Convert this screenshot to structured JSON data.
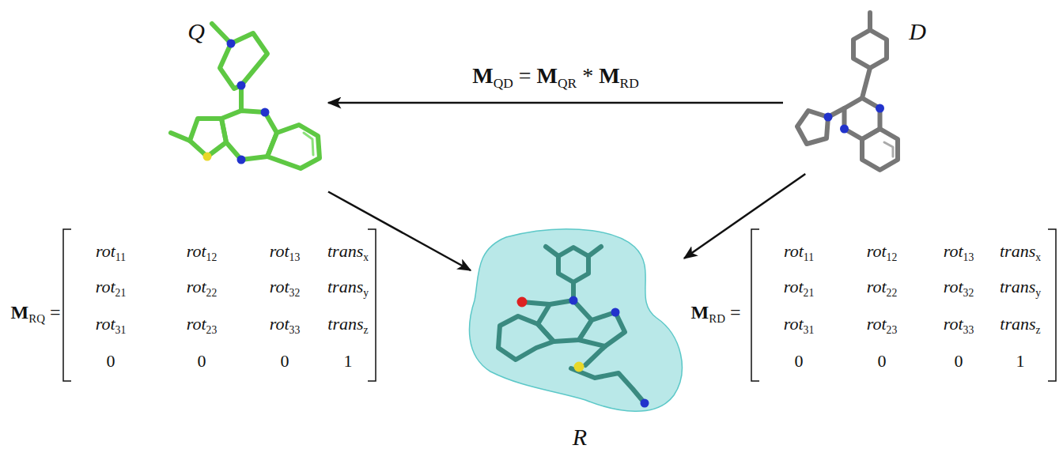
{
  "diagram": {
    "nodes": [
      {
        "text": [
          "Q"
        ]
      },
      {
        "text": [
          "D"
        ]
      },
      {
        "text": [
          "R"
        ]
      }
    ],
    "edges": [
      {
        "from": 1,
        "to": 0,
        "arrow": "to",
        "label": "MQD = MQR * MRD"
      },
      {
        "from": 0,
        "to": 2,
        "arrow": "to"
      },
      {
        "from": 1,
        "to": 2,
        "arrow": "to"
      }
    ],
    "labels": [
      "MRQ =",
      "rot11",
      "rot12",
      "rot13",
      "transx",
      "rot21",
      "rot22",
      "rot32",
      "transy",
      "rot31",
      "rot23",
      "rot33",
      "transz",
      "0",
      "0",
      "0",
      "1",
      "MRD =",
      "rot11",
      "rot12",
      "rot13",
      "transx",
      "rot21",
      "rot22",
      "rot32",
      "transy",
      "rot31",
      "rot23",
      "rot33",
      "transz",
      "0",
      "0",
      "0",
      "1"
    ]
  }
}
